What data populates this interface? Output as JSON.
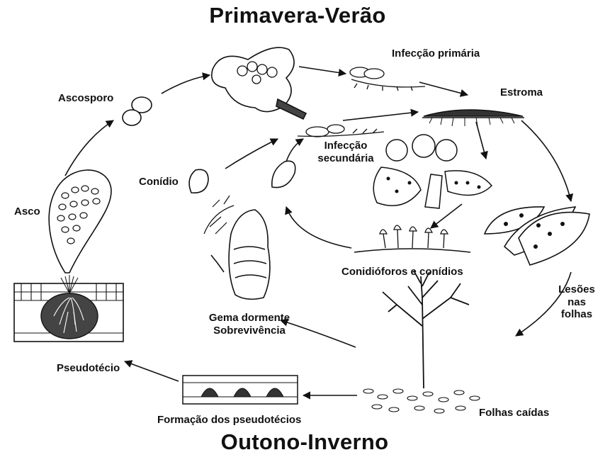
{
  "diagram": {
    "top_title": "Primavera-Verão",
    "bottom_title": "Outono-Inverno",
    "labels": {
      "ascosporo": "Ascosporo",
      "infeccao_primaria": "Infecção primária",
      "estroma": "Estroma",
      "infeccao_secundaria_l1": "Infecção",
      "infeccao_secundaria_l2": "secundária",
      "conidio": "Conídio",
      "asco": "Asco",
      "conidioforos": "Conidióforos e conídios",
      "lesoes_l1": "Lesões",
      "lesoes_l2": "nas",
      "lesoes_l3": "folhas",
      "gema_l1": "Gema dormente",
      "gema_l2": "Sobrevivência",
      "pseudotecio": "Pseudotécio",
      "folhas_caidas": "Folhas caídas",
      "formacao": "Formação dos pseudotécios"
    }
  }
}
